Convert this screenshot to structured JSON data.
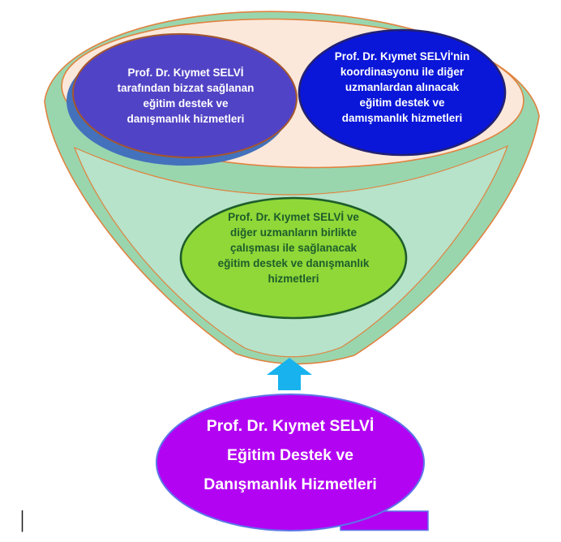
{
  "diagram_type": "funnel",
  "palette": {
    "funnel_rim": "#99d6ae",
    "funnel_body": "#b6e3c9",
    "funnel_mouth": "#fbe8da",
    "funnel_outline": "#e0823f",
    "arrow_color": "#18b3ee",
    "cursor_line_color": "#1a1a1a",
    "background": "#ffffff"
  },
  "ellipses": {
    "top_left": {
      "text": "Prof. Dr. Kıymet SELVİ\ntarafından  bizzat sağlanan\neğitim destek ve\ndanışmanlık hizmetleri",
      "fill": "#5143c5",
      "border": "#a4572d",
      "shadow_fill": "#4371bc",
      "text_color": "#ffffff"
    },
    "top_right": {
      "text": "Prof. Dr. Kıymet SELVİ'nin\nkoordinasyonu ile diğer\nuzmanlardan alınacak\neğitim destek ve\ndamışmanlık hizmetleri",
      "fill": "#0a16d8",
      "border": "#222173",
      "text_color": "#ffffff"
    },
    "middle": {
      "text": "Prof. Dr. Kıymet SELVİ ve\ndiğer uzmanların birlikte\nçalışması ile  sağlanacak\neğitim destek ve danışmanlık\nhizmetleri",
      "fill": "#8fd838",
      "border": "#1e5d2b",
      "text_color": "#1e5d2b"
    },
    "bottom": {
      "text": "Prof. Dr. Kıymet SELVİ\nEğitim Destek ve\nDanışmanlık Hizmetleri",
      "fill": "#b303f3",
      "border": "#5b76e8",
      "text_color": "#ffffff"
    }
  },
  "arrow": {
    "direction": "up"
  }
}
